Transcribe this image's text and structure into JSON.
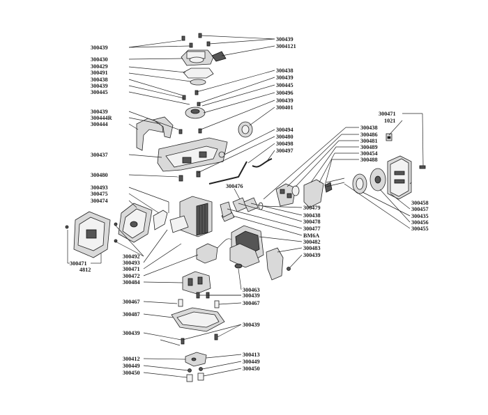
{
  "labels": [
    {
      "id": "l1",
      "text": "300439"
    },
    {
      "id": "l2",
      "text": "300439"
    },
    {
      "id": "l3",
      "text": "3004121"
    },
    {
      "id": "l4",
      "text": "300430"
    },
    {
      "id": "l5",
      "text": "300429"
    },
    {
      "id": "l6",
      "text": "300491"
    },
    {
      "id": "l7",
      "text": "300438"
    },
    {
      "id": "l8",
      "text": "300439"
    },
    {
      "id": "l9",
      "text": "300445"
    },
    {
      "id": "l10",
      "text": "300438"
    },
    {
      "id": "l11",
      "text": "300439"
    },
    {
      "id": "l12",
      "text": "300445"
    },
    {
      "id": "l13",
      "text": "300496"
    },
    {
      "id": "l14",
      "text": "300439"
    },
    {
      "id": "l15",
      "text": "300401"
    },
    {
      "id": "l16",
      "text": "300439"
    },
    {
      "id": "l17",
      "text": "300444R"
    },
    {
      "id": "l18",
      "text": "300444"
    },
    {
      "id": "l19",
      "text": "300437"
    },
    {
      "id": "l20",
      "text": "300480"
    },
    {
      "id": "l21",
      "text": "300494"
    },
    {
      "id": "l22",
      "text": "300480"
    },
    {
      "id": "l23",
      "text": "300498"
    },
    {
      "id": "l24",
      "text": "300497"
    },
    {
      "id": "l25",
      "text": "300471"
    },
    {
      "id": "l26",
      "text": "1021"
    },
    {
      "id": "l27",
      "text": "300438"
    },
    {
      "id": "l28",
      "text": "300486"
    },
    {
      "id": "l29",
      "text": "300481"
    },
    {
      "id": "l30",
      "text": "300489"
    },
    {
      "id": "l31",
      "text": "300454"
    },
    {
      "id": "l32",
      "text": "300488"
    },
    {
      "id": "l33",
      "text": "300493"
    },
    {
      "id": "l34",
      "text": "300475"
    },
    {
      "id": "l35",
      "text": "300474"
    },
    {
      "id": "l36",
      "text": "300476"
    },
    {
      "id": "l37",
      "text": "300479"
    },
    {
      "id": "l38",
      "text": "300438"
    },
    {
      "id": "l39",
      "text": "300478"
    },
    {
      "id": "l40",
      "text": "300477"
    },
    {
      "id": "l41",
      "text": "BM6A"
    },
    {
      "id": "l42",
      "text": "300482"
    },
    {
      "id": "l43",
      "text": "300483"
    },
    {
      "id": "l44",
      "text": "300439"
    },
    {
      "id": "l45",
      "text": "300458"
    },
    {
      "id": "l46",
      "text": "300457"
    },
    {
      "id": "l47",
      "text": "300435"
    },
    {
      "id": "l48",
      "text": "300456"
    },
    {
      "id": "l49",
      "text": "300455"
    },
    {
      "id": "l50",
      "text": "300492"
    },
    {
      "id": "l51",
      "text": "300493"
    },
    {
      "id": "l52",
      "text": "300471"
    },
    {
      "id": "l53",
      "text": "300472"
    },
    {
      "id": "l54",
      "text": "300484"
    },
    {
      "id": "l55",
      "text": "300471"
    },
    {
      "id": "l56",
      "text": "4812"
    },
    {
      "id": "l57",
      "text": "300463"
    },
    {
      "id": "l58",
      "text": "300467"
    },
    {
      "id": "l59",
      "text": "300439"
    },
    {
      "id": "l60",
      "text": "300467"
    },
    {
      "id": "l61",
      "text": "300487"
    },
    {
      "id": "l62",
      "text": "300439"
    },
    {
      "id": "l63",
      "text": "300439"
    },
    {
      "id": "l64",
      "text": "300412"
    },
    {
      "id": "l65",
      "text": "300413"
    },
    {
      "id": "l66",
      "text": "300449"
    },
    {
      "id": "l67",
      "text": "300449"
    },
    {
      "id": "l68",
      "text": "300450"
    },
    {
      "id": "l69",
      "text": "300450"
    }
  ]
}
